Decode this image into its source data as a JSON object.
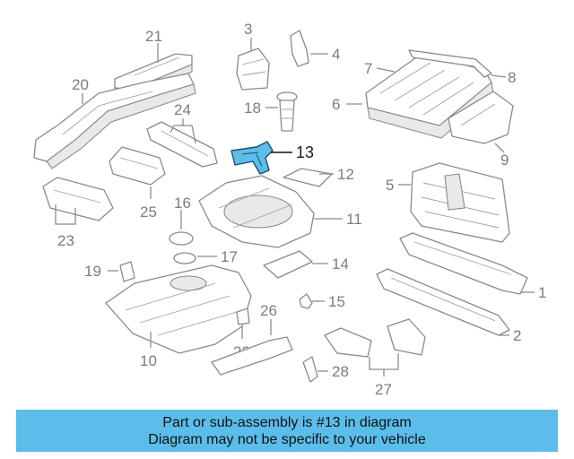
{
  "diagram": {
    "callouts": [
      "1",
      "2",
      "3",
      "4",
      "5",
      "6",
      "7",
      "8",
      "9",
      "10",
      "11",
      "12",
      "13",
      "14",
      "15",
      "16",
      "17",
      "18",
      "19",
      "20",
      "21",
      "22",
      "23",
      "24",
      "25",
      "26",
      "27",
      "28"
    ],
    "highlighted_part": "13",
    "highlight_color": "#5cbde9",
    "line_color": "#8a8a8a"
  },
  "banner": {
    "line1": "Part or sub-assembly is #13 in diagram",
    "line2": "Diagram may not be specific to your vehicle",
    "background": "#5bbdea"
  }
}
